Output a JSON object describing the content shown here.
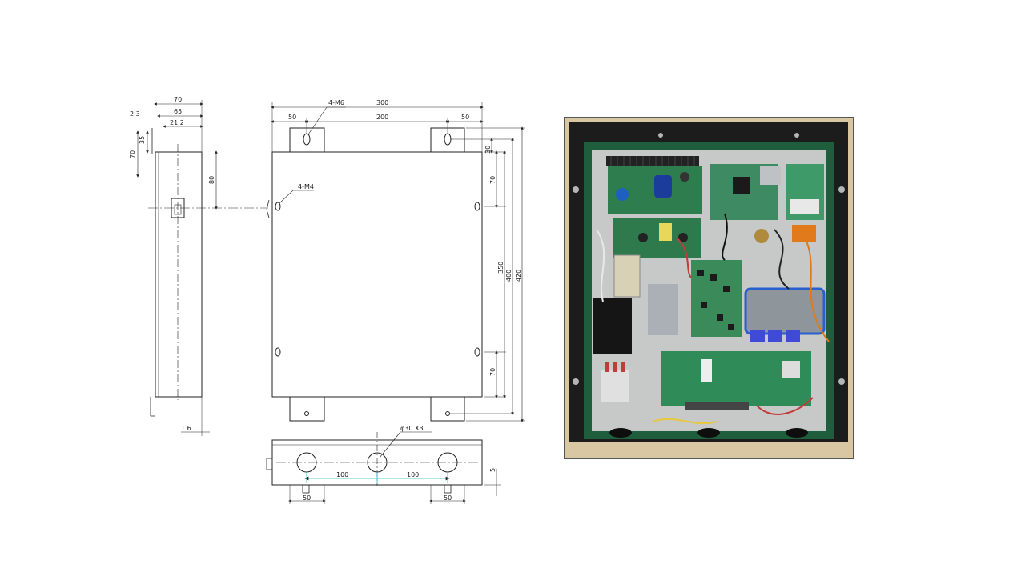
{
  "drawing": {
    "side_view": {
      "dims": {
        "d70": "70",
        "d65": "65",
        "d2_3": "2.3",
        "d21_2": "21.2",
        "d35": "35",
        "d70v": "70",
        "d80": "80",
        "d1_6": "1.6"
      }
    },
    "front_view": {
      "dims": {
        "d300": "300",
        "d4m6": "4-M6",
        "d50l": "50",
        "d200": "200",
        "d50r": "50",
        "d4m4": "4-M4",
        "d30": "30",
        "d70t": "70",
        "d350": "350",
        "d400": "400",
        "d420": "420",
        "d70b": "70"
      }
    },
    "bottom_view": {
      "dims": {
        "dphi": "φ30 X3",
        "d100l": "100",
        "d100r": "100",
        "d5": "5",
        "d50l": "50",
        "d50r": "50"
      }
    }
  },
  "photo": {
    "colors": {
      "enclosure": "#1f5e3c",
      "pcb": "#2e7d4f",
      "heatsink": "#222222",
      "frame": "#d9c6a2"
    }
  }
}
